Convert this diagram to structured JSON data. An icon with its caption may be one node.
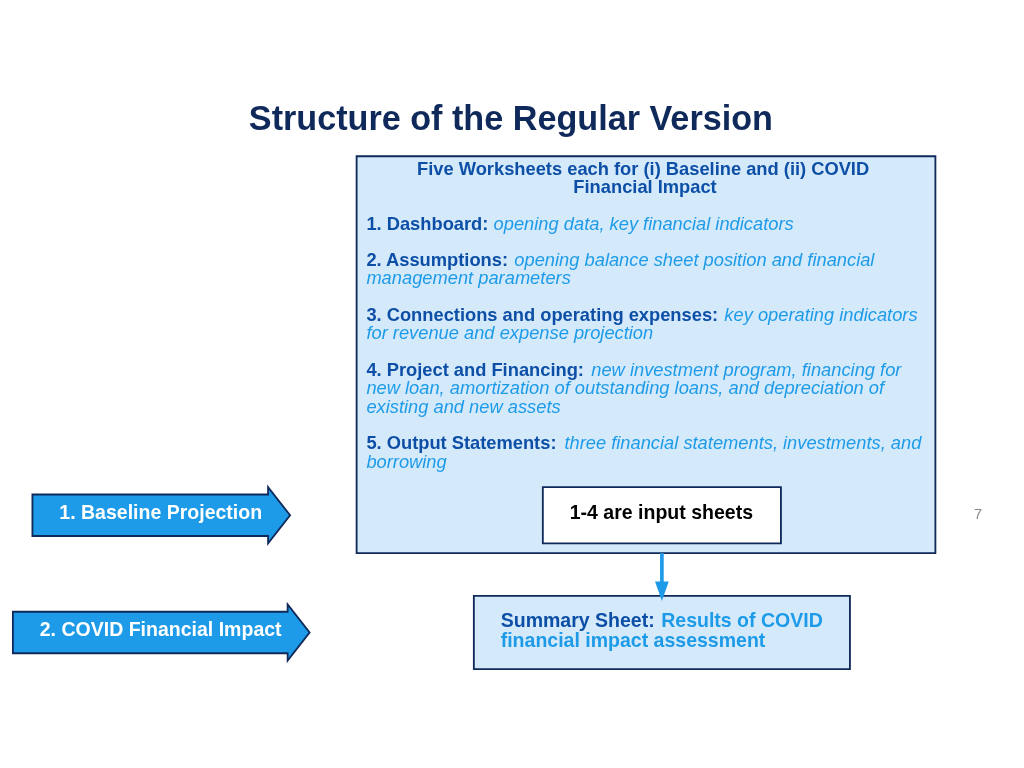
{
  "diagram": {
    "title": "Structure of the Regular Version",
    "nodes": [
      {
        "text": [
          "1. Baseline Projection"
        ]
      },
      {
        "text": [
          "2. COVID Financial Impact"
        ]
      },
      {
        "text": [
          "Five Worksheets each for (i) Baseline and (ii) COVID Financial Impact",
          "**1. Dashboard:** opening data, key financial indicators",
          "**2. Assumptions:** opening balance sheet position and financial management parameters",
          "**3. Connections and operating expenses:** key operating indicators for revenue and expense projection",
          "**4. Project and Financing:** new investment program, financing for new loan, amortization of outstanding loans, and depreciation of existing and new assets",
          "**5. Output Statements:** three financial statements, investments, and borrowing"
        ]
      },
      {
        "text": [
          "1-4 are input sheets"
        ],
        "in": 2
      },
      {
        "text": [
          "**Summary Sheet:** Results of COVID financial impact assessment"
        ]
      }
    ],
    "edges": [
      {
        "from": 2,
        "to": 4,
        "arrow": "to"
      }
    ],
    "labels": [
      "7"
    ]
  }
}
